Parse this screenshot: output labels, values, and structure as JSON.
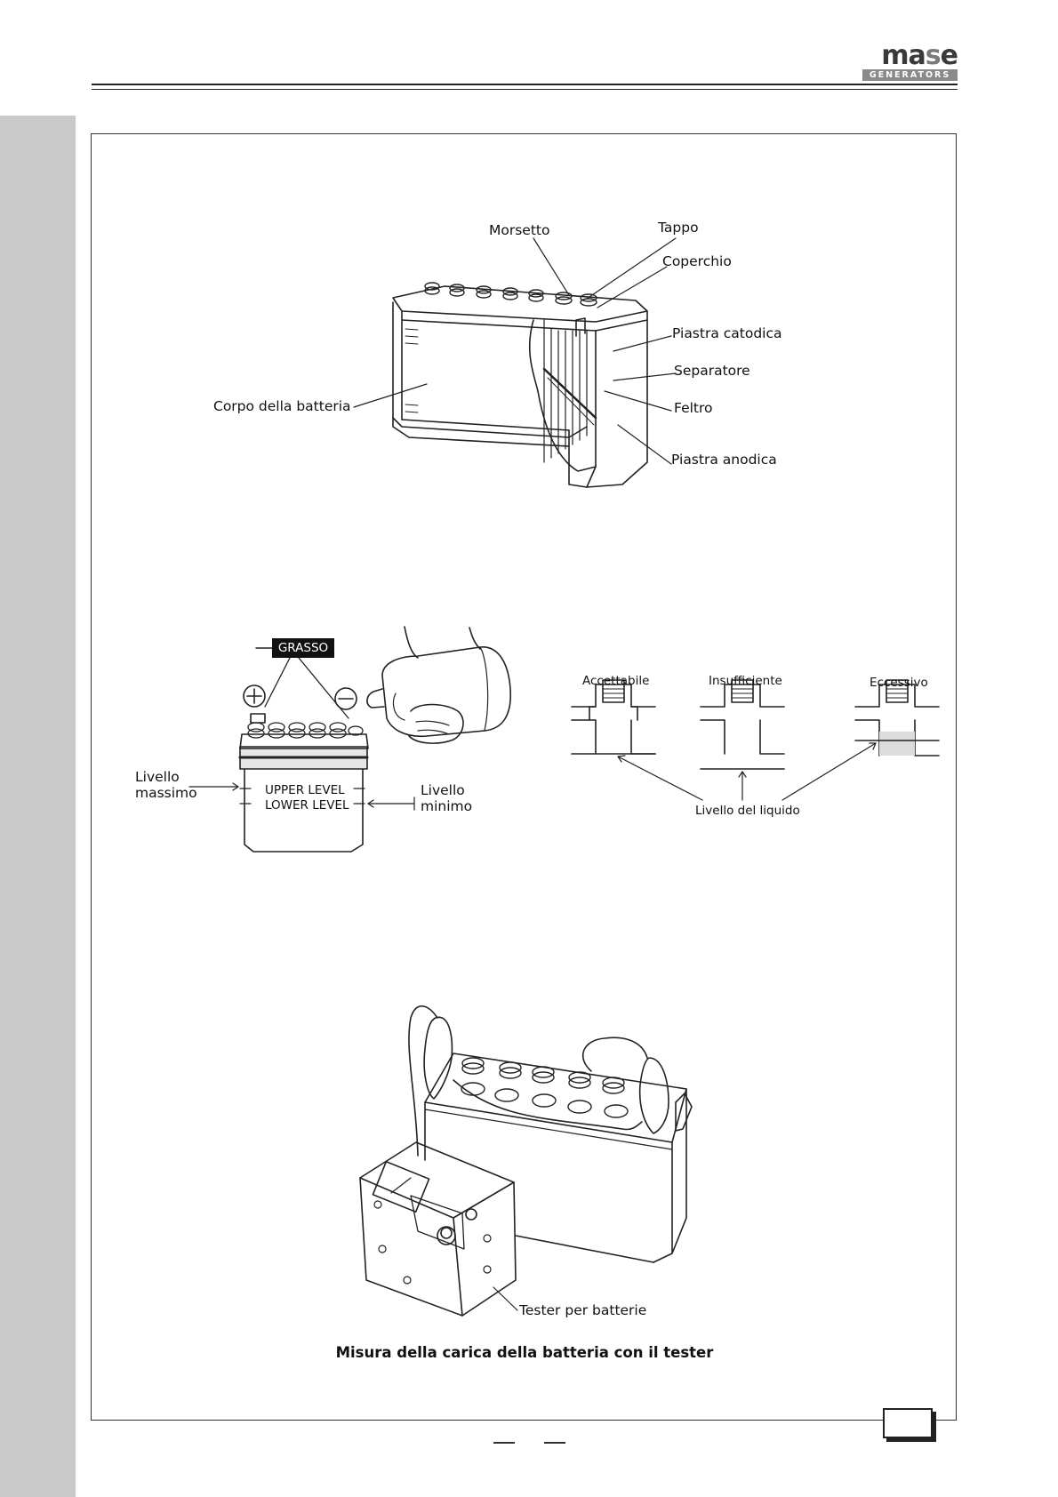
{
  "header": {
    "logo": {
      "text_main": "ma",
      "text_accent": "s",
      "text_end": "e",
      "sub": "GENERATORS"
    }
  },
  "figure1": {
    "labels": {
      "morsetto": "Morsetto",
      "tappo": "Tappo",
      "coperchio": "Coperchio",
      "piastra_catodica": "Piastra catodica",
      "separatore": "Separatore",
      "feltro": "Feltro",
      "piastra_anodica": "Piastra anodica",
      "corpo": "Corpo della batteria"
    }
  },
  "figure2": {
    "grasso": "GRASSO",
    "livello_massimo": [
      "Livello",
      "massimo"
    ],
    "livello_minimo": [
      "Livello",
      "minimo"
    ],
    "upper_level": "UPPER LEVEL",
    "lower_level": "LOWER LEVEL"
  },
  "figure3": {
    "accettabile": "Accettabile",
    "insufficiente": "Insufficiente",
    "eccessivo": "Eccessivo",
    "livello_liquido": "Livello del liquido"
  },
  "figure4": {
    "tester": "Tester per batterie",
    "caption": "Misura della carica della batteria con il tester"
  },
  "footer": {
    "page_number": ""
  }
}
